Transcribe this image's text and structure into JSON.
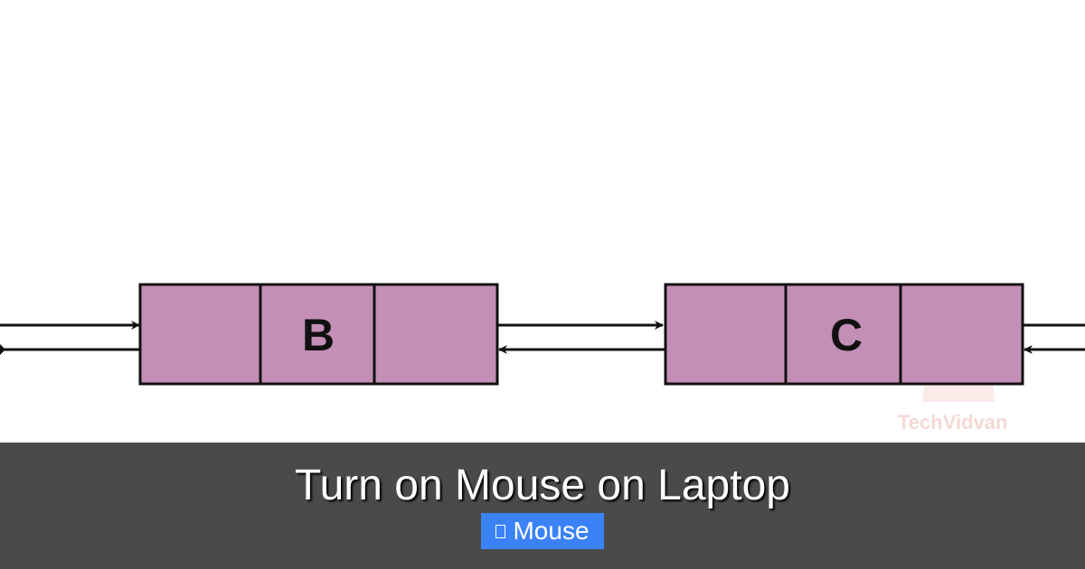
{
  "diagram": {
    "nodes": [
      {
        "id": "node-b",
        "label": "B"
      },
      {
        "id": "node-c",
        "label": "C"
      }
    ],
    "watermark": "TechVidvan",
    "colors": {
      "node_fill": "#c48fb6",
      "line": "#111111"
    }
  },
  "caption": {
    "title": "Turn on Mouse on Laptop",
    "tag": {
      "icon": "folder-icon",
      "label": "Mouse"
    },
    "colors": {
      "bar": "#4a4a4a",
      "tag": "#3b82f6"
    }
  }
}
